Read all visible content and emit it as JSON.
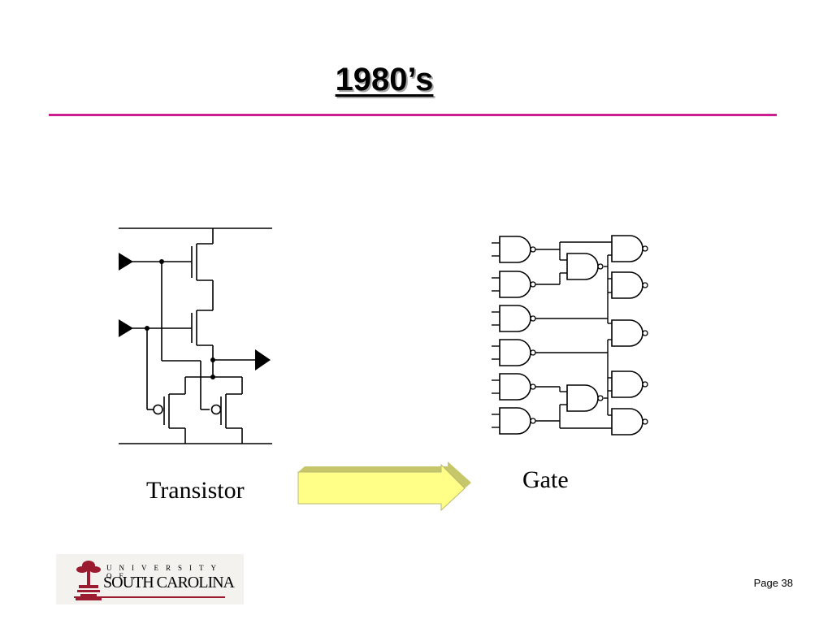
{
  "slide": {
    "title": "1980’s",
    "rule_color": "#cc1f8f",
    "page_label": "Page 38"
  },
  "labels": {
    "transistor": "Transistor",
    "gate": "Gate"
  },
  "arrow": {
    "fill": "#ffff88",
    "shade": "#c6c66a"
  },
  "logo": {
    "line1": "UNIVERSITY OF",
    "line2": "SOUTH CAROLINA",
    "accent": "#9b1b30"
  }
}
